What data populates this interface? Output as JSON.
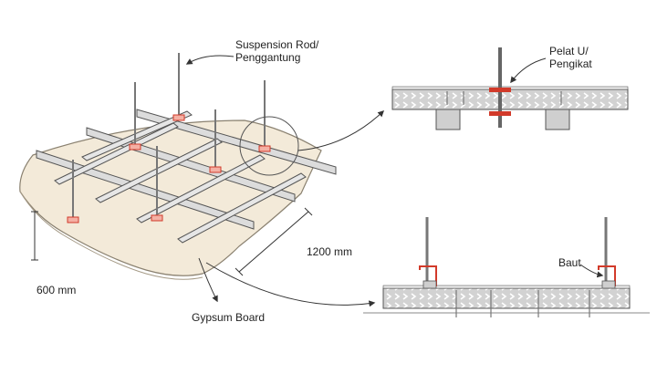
{
  "labels": {
    "suspension_line1": "Suspension Rod/",
    "suspension_line2": "Penggantung",
    "plate_line1": "Pelat U/",
    "plate_line2": "Pengikat",
    "dim_1200": "1200 mm",
    "dim_600": "600 mm",
    "gypsum": "Gypsum Board",
    "bolt": "Baut"
  },
  "colors": {
    "board": "#f2e8d6",
    "board_edge": "#8a8170",
    "rail": "#d9d9d9",
    "rail_edge": "#555555",
    "rod": "#777777",
    "bracket_red": "#d23a2a",
    "detail_fill": "#d6d6d6",
    "chevron": "#ffffff",
    "line": "#333333"
  }
}
